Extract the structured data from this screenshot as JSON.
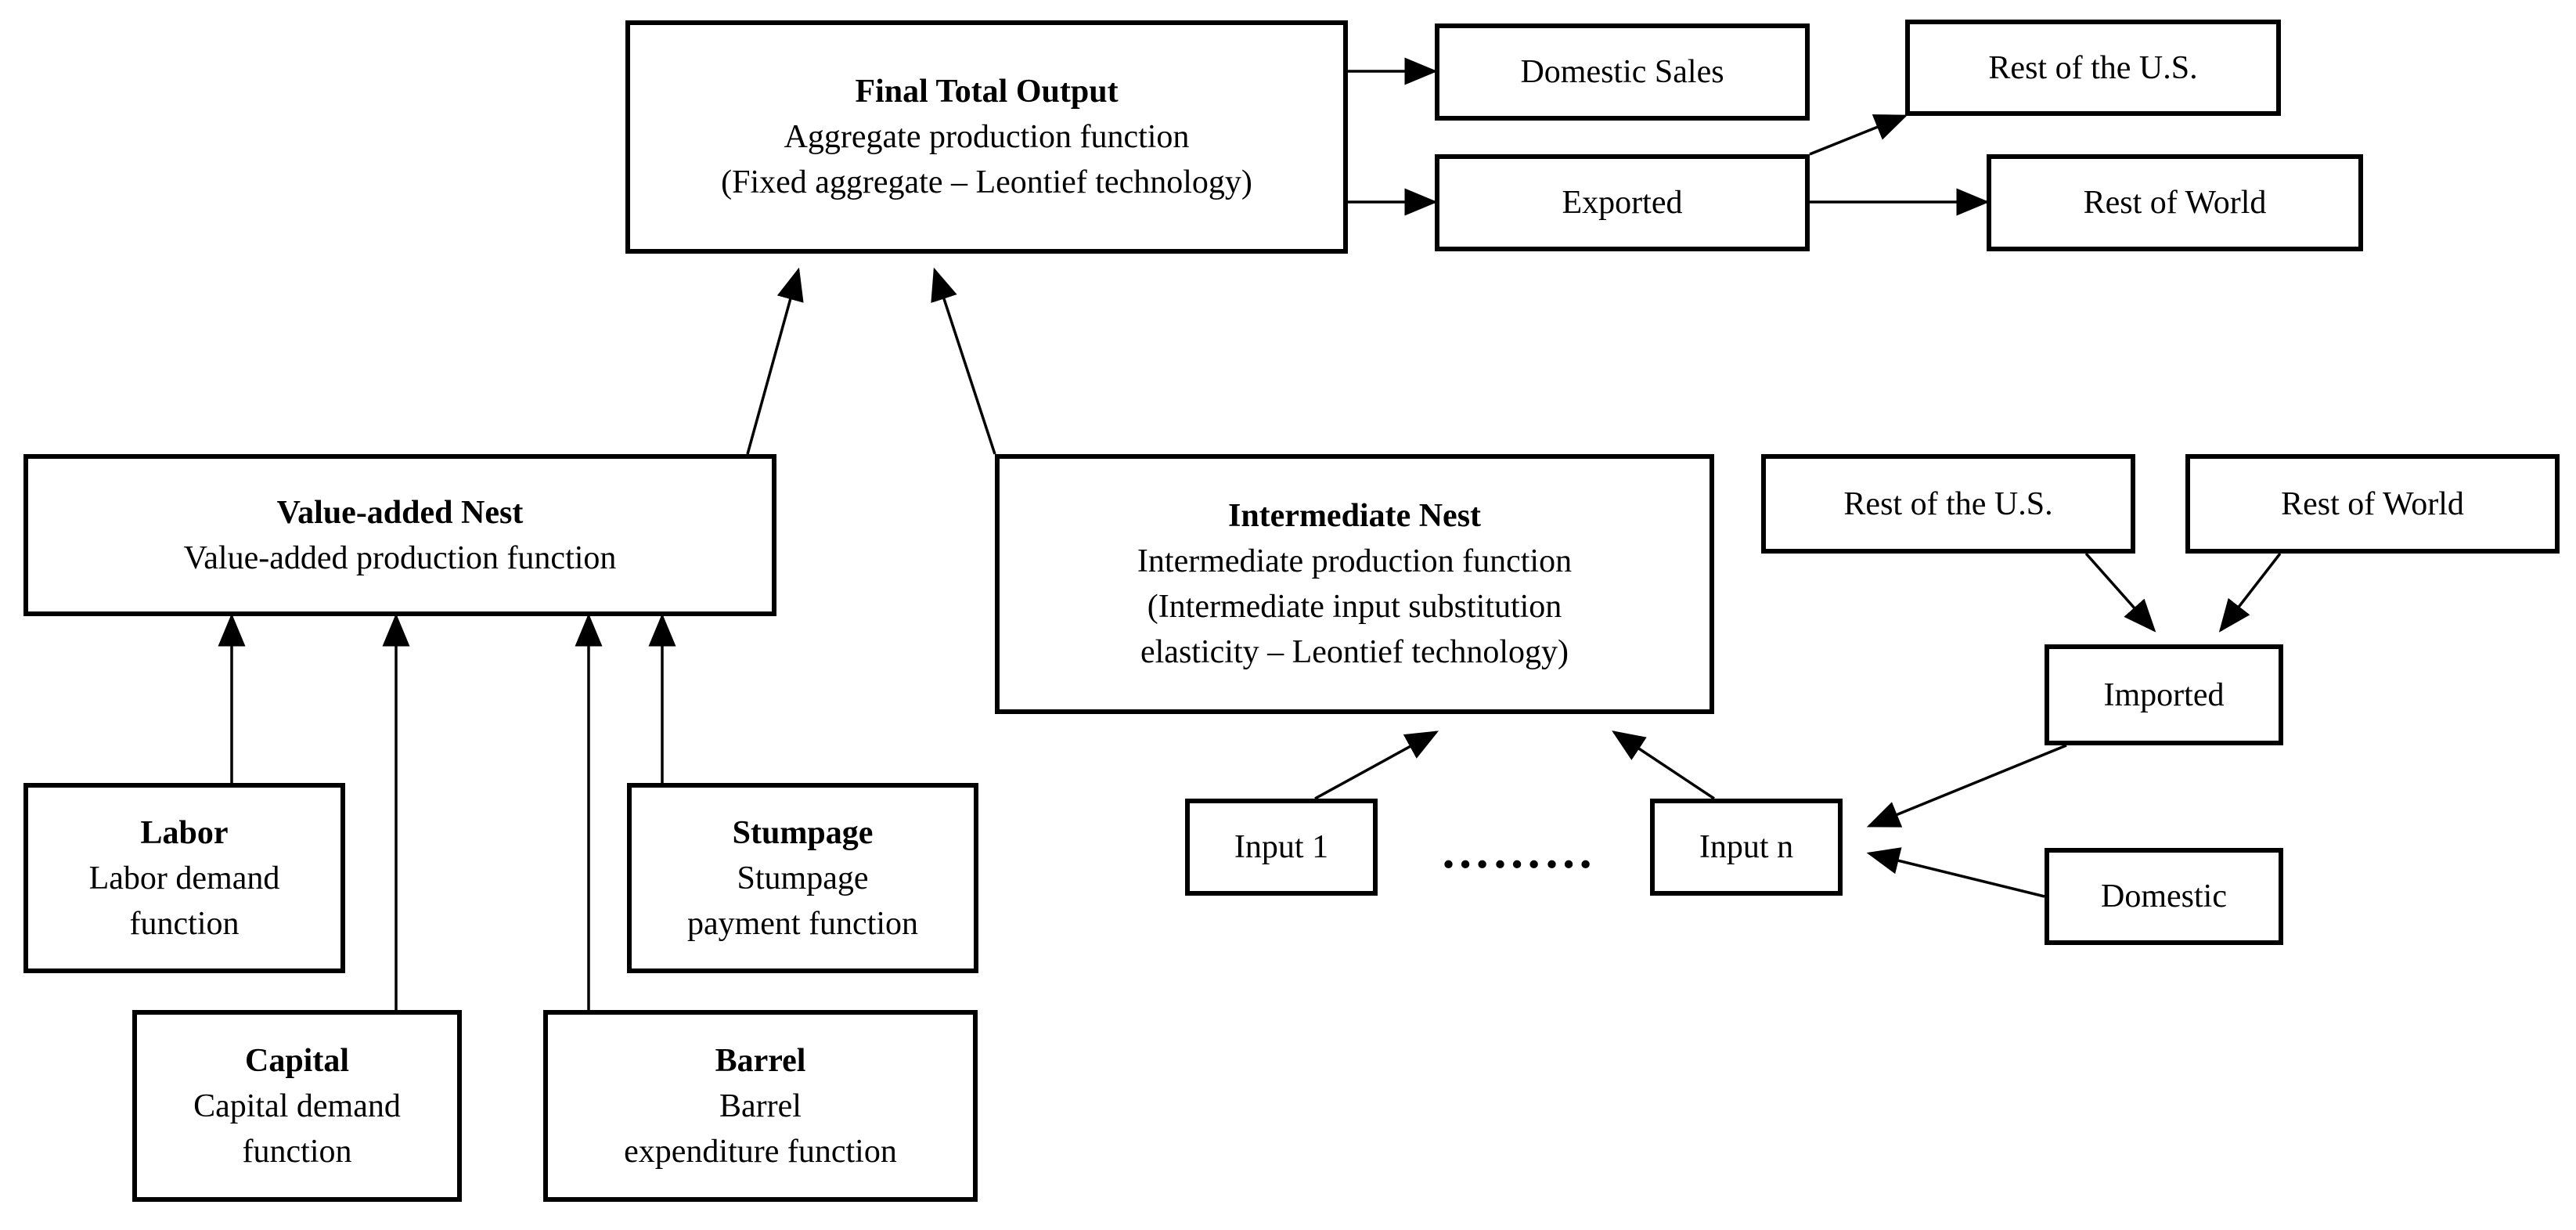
{
  "final_total_output": {
    "title": "Final Total Output",
    "line1": "Aggregate production function",
    "line2": "(Fixed aggregate – Leontief technology)"
  },
  "domestic_sales": {
    "label": "Domestic Sales"
  },
  "exported": {
    "label": "Exported"
  },
  "export_rest_us": {
    "label": "Rest of the U.S."
  },
  "export_rest_world": {
    "label": "Rest of World"
  },
  "value_added_nest": {
    "title": "Value-added Nest",
    "line1": "Value-added production function"
  },
  "intermediate_nest": {
    "title": "Intermediate Nest",
    "line1": "Intermediate production function",
    "line2": "(Intermediate input substitution",
    "line3": "elasticity – Leontief technology)"
  },
  "labor": {
    "title": "Labor",
    "line1": "Labor demand",
    "line2": "function"
  },
  "capital": {
    "title": "Capital",
    "line1": "Capital demand",
    "line2": "function"
  },
  "stumpage": {
    "title": "Stumpage",
    "line1": "Stumpage",
    "line2": "payment function"
  },
  "barrel": {
    "title": "Barrel",
    "line1": "Barrel",
    "line2": "expenditure function"
  },
  "input_1": {
    "label": "Input 1"
  },
  "ellipsis": {
    "label": "………"
  },
  "input_n": {
    "label": "Input n"
  },
  "import_rest_us": {
    "label": "Rest of the U.S."
  },
  "import_rest_world": {
    "label": "Rest of World"
  },
  "imported": {
    "label": "Imported"
  },
  "domestic": {
    "label": "Domestic"
  }
}
